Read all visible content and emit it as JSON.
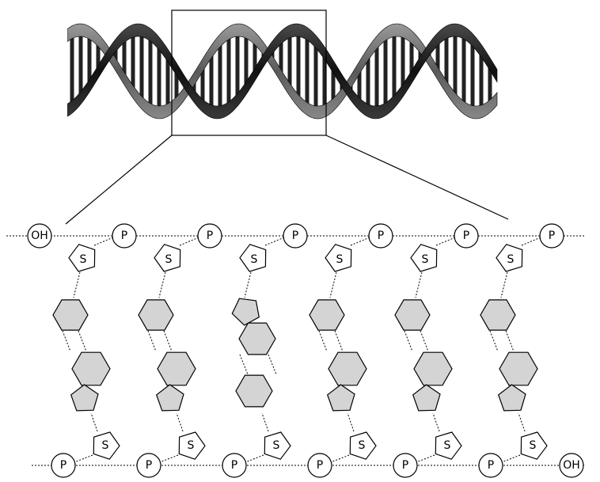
{
  "diagram": {
    "top_backbone": {
      "start_label": "OH",
      "phosphate_labels": [
        "P",
        "P",
        "P",
        "P",
        "P",
        "P"
      ]
    },
    "bottom_backbone": {
      "phosphate_labels": [
        "P",
        "P",
        "P",
        "P",
        "P",
        "P"
      ],
      "end_label": "OH"
    },
    "sugar_label": "S",
    "base_pairs": [
      {
        "top": "hexagon",
        "bottom": "double-ring"
      },
      {
        "top": "hexagon",
        "bottom": "double-ring"
      },
      {
        "top": "double-ring",
        "bottom": "hexagon"
      },
      {
        "top": "hexagon",
        "bottom": "double-ring"
      },
      {
        "top": "hexagon",
        "bottom": "double-ring"
      },
      {
        "top": "hexagon",
        "bottom": "double-ring"
      }
    ],
    "colors": {
      "base_fill": "#d4d4d4",
      "stroke": "#000000",
      "helix_dark": "#1e1e1e",
      "helix_light": "#8a8a8a"
    }
  }
}
